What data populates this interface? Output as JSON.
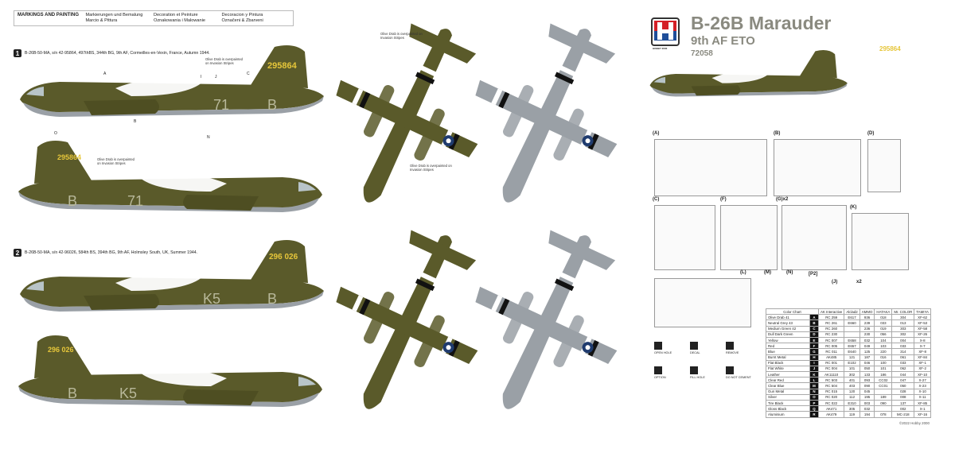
{
  "header": {
    "main": "MARKINGS AND PAINTING",
    "de_1": "Markierungen und Bemalung",
    "de_2": "Marcio & Pittura",
    "fr_1": "Decoration et Peinture",
    "fr_2": "Oznakowania i Malowanie",
    "es_1": "Decoracion y Pintura",
    "es_2": "Označeni & Zbarveni"
  },
  "schemes": [
    {
      "number": "1",
      "text": "B-26B-50-MA, s/n 42-95864, 497thBS, 344th BG, 9th AF, Cormeilles-en-Vexin, France, Autumn 1944.",
      "tail_code": "295864",
      "fuselage_code": "71",
      "fuselage_letter": "B"
    },
    {
      "number": "2",
      "text": "B-26B-50-MA, s/n 42-96026, 584th BS, 394th BG, 9th AF, Holmsley South, UK, Summer 1944.",
      "tail_code": "296 026",
      "fuselage_code": "K5",
      "fuselage_letter": "B"
    }
  ],
  "notes": {
    "overpaint": "Olive Drab is overpainted on Invasion Stripes"
  },
  "callouts": [
    "A",
    "B",
    "C",
    "I",
    "J",
    "N",
    "O"
  ],
  "product": {
    "title": "B-26B Marauder",
    "subtitle": "9th AF ETO",
    "code": "72058",
    "brand": "HOBBY 2000",
    "brand_colors": {
      "red": "#d42027",
      "blue": "#1f4e9a"
    }
  },
  "sprues": [
    "(A)",
    "(B)",
    "(C)",
    "(D)",
    "(F)",
    "(G)x2",
    "(K)",
    "(L)",
    "(M)",
    "(N)",
    "[P2]",
    "(J)",
    "x2"
  ],
  "legend": [
    "OPEN HOLE",
    "DECAL",
    "REMOVE",
    "OPTION",
    "FILL HOLE",
    "DO NOT CEMENT"
  ],
  "colors": {
    "olive_drab": "#5a5a2a",
    "neutral_grey": "#9aa0a6",
    "stripe_white": "#ffffff",
    "stripe_black": "#111111",
    "tail_yellow": "#e6c63a"
  },
  "color_chart": {
    "headers": [
      "Color Chart",
      "AK Interactive",
      "Alclad2",
      "AMMO",
      "HATAKA",
      "Mr. COLOR",
      "TAMIYA"
    ],
    "rows": [
      [
        "Olive Drab 41",
        "A",
        "RC 259",
        "E617",
        "936",
        "018",
        "304",
        "XF-62"
      ],
      [
        "Neutral Grey 43",
        "B",
        "RC 261",
        "E660",
        "239",
        "033",
        "013",
        "XF-53"
      ],
      [
        "Medium Green 42",
        "C",
        "RC 260",
        "",
        "236",
        "019",
        "303",
        "XF-58"
      ],
      [
        "Dull Dark Green",
        "D",
        "RC 230",
        "",
        "230",
        "056",
        "302",
        "XF-26"
      ],
      [
        "Yellow",
        "E",
        "RC 007",
        "E658",
        "032",
        "104",
        "004",
        "X-8"
      ],
      [
        "Red",
        "F",
        "RC 005",
        "E657",
        "049",
        "103",
        "033",
        "X-7"
      ],
      [
        "Blue",
        "G",
        "RC 011",
        "E640",
        "125",
        "220",
        "314",
        "XF-8"
      ],
      [
        "Burnt Metal",
        "H",
        "AK485",
        "121",
        "187",
        "016",
        "061",
        "XF-84"
      ],
      [
        "Flat Black",
        "I",
        "RC 001",
        "E102",
        "046",
        "100",
        "033",
        "XF-1"
      ],
      [
        "Flat White",
        "J",
        "RC 004",
        "101",
        "050",
        "101",
        "062",
        "XF-2"
      ],
      [
        "Leather",
        "K",
        "AK11110",
        "302",
        "133",
        "186",
        "044",
        "XF-10"
      ],
      [
        "Clear Red",
        "L",
        "RC 503",
        "401",
        "093",
        "CC02",
        "047",
        "X-27"
      ],
      [
        "Clear Blue",
        "M",
        "RC 504",
        "403",
        "090",
        "CC01",
        "050",
        "X-23"
      ],
      [
        "Gun Metal",
        "N",
        "RC 015",
        "120",
        "045",
        "",
        "028",
        "X-10"
      ],
      [
        "Silver",
        "O",
        "RC 020",
        "112",
        "195",
        "189",
        "008",
        "X-11"
      ],
      [
        "Tire Black",
        "P",
        "RC 022",
        "E310",
        "003",
        "090",
        "137",
        "XF-85"
      ],
      [
        "Gloss Black",
        "Q",
        "AK471",
        "305",
        "032",
        "",
        "002",
        "X-1"
      ],
      [
        "Aluminium",
        "R",
        "AK479",
        "119",
        "194",
        "078",
        "MC-218",
        "XF-16"
      ]
    ]
  },
  "copyright": "©2022 Hobby 2000"
}
